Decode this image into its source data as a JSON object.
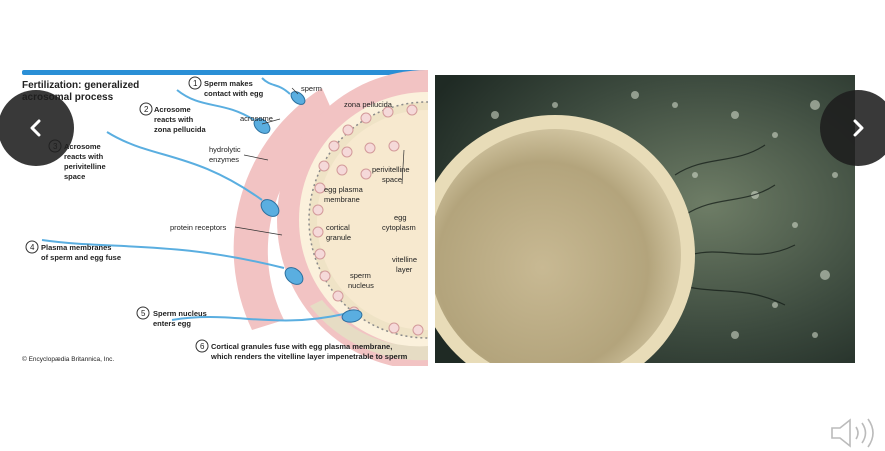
{
  "slide": {
    "diagram": {
      "title_line1": "Fertilization: generalized",
      "title_line2": "acrosomal process",
      "steps": [
        {
          "num": "1",
          "line1": "Sperm makes",
          "line2": "contact with egg"
        },
        {
          "num": "2",
          "line1": "Acrosome",
          "line2": "reacts with",
          "line3": "zona pellucida"
        },
        {
          "num": "3",
          "line1": "Acrosome",
          "line2": "reacts with",
          "line3": "perivitelline",
          "line4": "space"
        },
        {
          "num": "4",
          "line1": "Plasma membranes",
          "line2": "of sperm and egg fuse"
        },
        {
          "num": "5",
          "line1": "Sperm nucleus",
          "line2": "enters egg"
        },
        {
          "num": "6",
          "line1": "Cortical granules fuse with egg plasma membrane,",
          "line2": "which renders the vitelline layer impenetrable to sperm"
        }
      ],
      "labels": {
        "sperm": "sperm",
        "acrosome": "acrosome",
        "zona_pellucida": "zona pellucida",
        "hydrolytic_1": "hydrolytic",
        "hydrolytic_2": "enzymes",
        "perivitelline_1": "perivitelline",
        "perivitelline_2": "space",
        "egg_plasma_1": "egg plasma",
        "egg_plasma_2": "membrane",
        "protein_receptors": "protein receptors",
        "cortical_1": "cortical",
        "cortical_2": "granule",
        "egg_cyto_1": "egg",
        "egg_cyto_2": "cytoplasm",
        "vitelline_1": "vitelline",
        "vitelline_2": "layer",
        "sperm_nucleus_1": "sperm",
        "sperm_nucleus_2": "nucleus"
      },
      "copyright": "© Encyclopædia Britannica, Inc."
    },
    "photo_alt": "Micrograph of sperm surrounding an egg"
  },
  "nav": {
    "prev_icon": "chevron-left-icon",
    "next_icon": "chevron-right-icon"
  },
  "audio_icon": "speaker-icon",
  "colors": {
    "accent_bar": "#2a8fd6",
    "zona": "#f2c3c3",
    "egg": "#f7e9cf",
    "sperm": "#5aaee0",
    "nav_bg": "#1e1e1e"
  }
}
